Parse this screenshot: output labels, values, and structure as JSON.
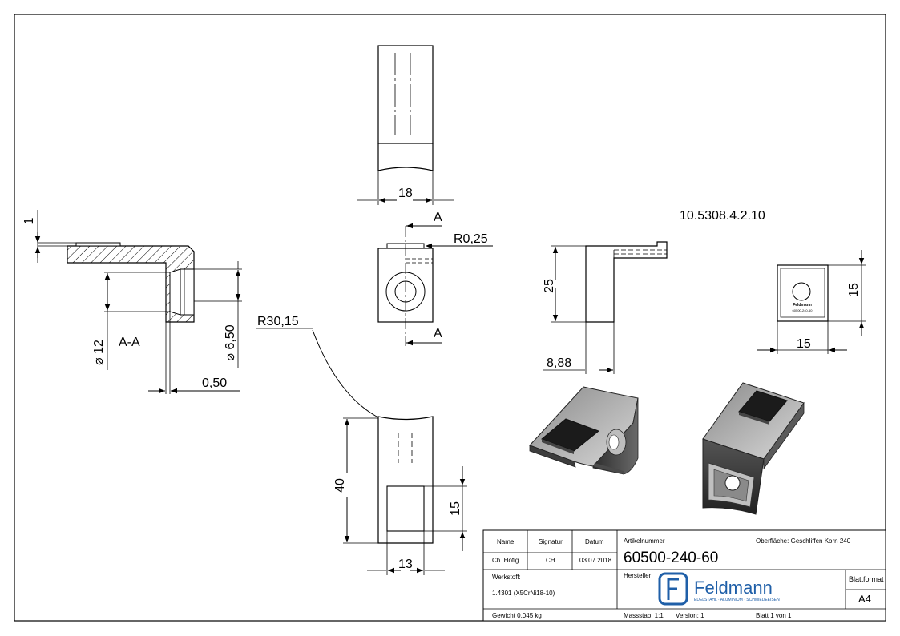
{
  "drawing": {
    "reference_number": "10.5308.4.2.10",
    "section_label": "A-A",
    "cut_marker": "A",
    "dimensions": {
      "thickness": "1",
      "hole_outer_diameter": "12",
      "hole_inner_diameter": "6,50",
      "offset": "0,50",
      "width_top": "18",
      "corner_radius": "R0,25",
      "curve_radius": "R30,15",
      "height_side": "25",
      "depth_side": "8,88",
      "face_width": "15",
      "face_height": "15",
      "total_height": "40",
      "pad_height": "15",
      "bottom_width": "13"
    },
    "face_label_lines": [
      "Feldmann",
      "60500-240-60"
    ]
  },
  "title_block": {
    "headers": {
      "name": "Name",
      "signature": "Signatur",
      "date": "Datum"
    },
    "row": {
      "name": "Ch. Höfig",
      "signature": "CH",
      "date": "03.07.2018"
    },
    "article_label": "Artikelnummer",
    "article_number": "60500-240-60",
    "surface_label": "Oberfläche:",
    "surface_value": "Geschliffen Korn 240",
    "material_label": "Werkstoff:",
    "material_value": "1.4301 (X5CrNi18-10)",
    "manufacturer_label": "Hersteller",
    "logo_name": "Feldmann",
    "logo_tagline": "EDELSTAHL · ALUMINIUM · SCHMIEDEEISEN",
    "sheet_format_label": "Blattformat",
    "sheet_format_value": "A4",
    "weight": "Gewicht 0,045 kg",
    "scale": "Massstab: 1:1",
    "version": "Version: 1",
    "sheet": "Blatt 1 von 1"
  },
  "colors": {
    "line": "#000000",
    "logo": "#1f5fa8",
    "body_dark": "#3a3a3a",
    "body_light": "#9a9a9a"
  }
}
